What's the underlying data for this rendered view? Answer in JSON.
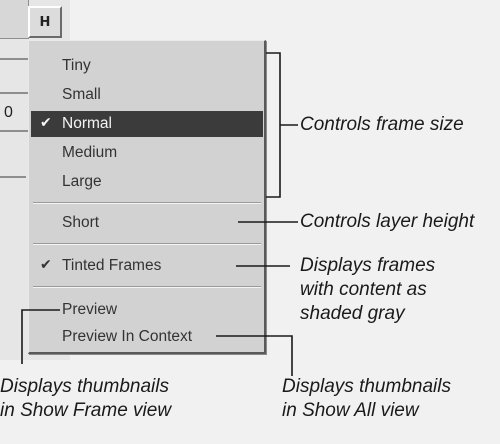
{
  "background": {
    "toolbar_icon_glyph": "H",
    "partial_value": "0"
  },
  "menu": {
    "items": [
      {
        "label": "Tiny",
        "checked": false,
        "selected": false
      },
      {
        "label": "Small",
        "checked": false,
        "selected": false
      },
      {
        "label": "Normal",
        "checked": true,
        "selected": true
      },
      {
        "label": "Medium",
        "checked": false,
        "selected": false
      },
      {
        "label": "Large",
        "checked": false,
        "selected": false
      },
      {
        "label": "Short",
        "checked": false,
        "selected": false
      },
      {
        "label": "Tinted Frames",
        "checked": true,
        "selected": false
      },
      {
        "label": "Preview",
        "checked": false,
        "selected": false
      },
      {
        "label": "Preview In Context",
        "checked": false,
        "selected": false
      }
    ],
    "check_glyph": "✔"
  },
  "annotations": {
    "frame_size": "Controls frame size",
    "layer_height": "Controls layer height",
    "tinted_line1": "Displays frames",
    "tinted_line2": "with content as",
    "tinted_line3": "shaded gray",
    "preview_line1": "Displays thumbnails",
    "preview_line2": "in Show Frame view",
    "context_line1": "Displays thumbnails",
    "context_line2": "in Show All view"
  },
  "colors": {
    "menu_bg": "#d2d2d2",
    "selected_bg": "#3b3b3b",
    "selected_text": "#f4f4f4"
  }
}
